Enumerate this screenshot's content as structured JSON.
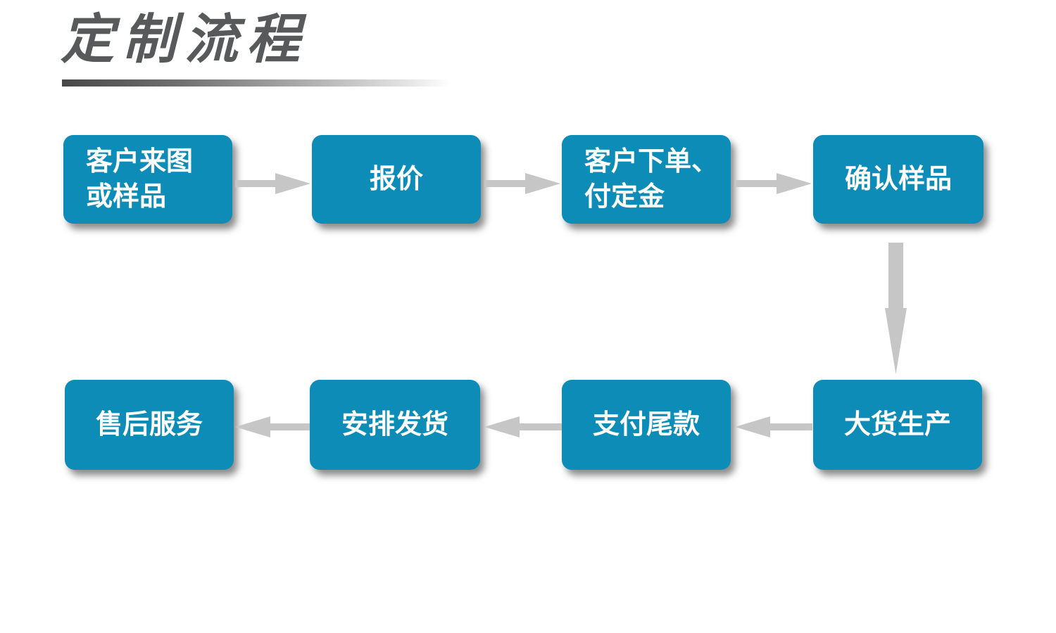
{
  "title": {
    "text": "定制流程"
  },
  "colors": {
    "box_fill": "#0E8CB8",
    "arrow_gray": "#C6C6C6",
    "title_gray": "#58595B"
  },
  "boxes": [
    {
      "id": "customer-drawing-or-sample",
      "label": "客户来图\n或样品"
    },
    {
      "id": "quotation",
      "label": "报价"
    },
    {
      "id": "order-and-deposit",
      "label": "客户下单、\n付定金"
    },
    {
      "id": "confirm-sample",
      "label": "确认样品"
    },
    {
      "id": "mass-production",
      "label": "大货生产"
    },
    {
      "id": "pay-balance",
      "label": "支付尾款"
    },
    {
      "id": "arrange-shipment",
      "label": "安排发货"
    },
    {
      "id": "after-sales-service",
      "label": "售后服务"
    }
  ],
  "arrows": [
    {
      "name": "arrow-right-1",
      "direction": "right",
      "from": "客户来图或样品",
      "to": "报价"
    },
    {
      "name": "arrow-right-2",
      "direction": "right",
      "from": "报价",
      "to": "客户下单、付定金"
    },
    {
      "name": "arrow-right-3",
      "direction": "right",
      "from": "客户下单、付定金",
      "to": "确认样品"
    },
    {
      "name": "arrow-down-1",
      "direction": "down",
      "from": "确认样品",
      "to": "大货生产"
    },
    {
      "name": "arrow-left-1",
      "direction": "left",
      "from": "大货生产",
      "to": "支付尾款"
    },
    {
      "name": "arrow-left-2",
      "direction": "left",
      "from": "支付尾款",
      "to": "安排发货"
    },
    {
      "name": "arrow-left-3",
      "direction": "left",
      "from": "安排发货",
      "to": "售后服务"
    }
  ]
}
